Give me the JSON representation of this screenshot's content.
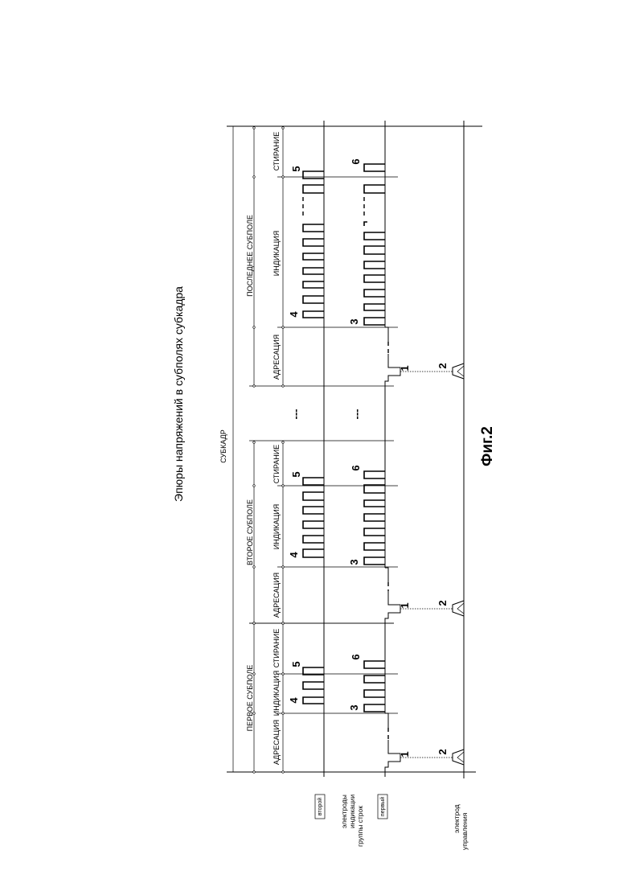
{
  "title": "Эпюры напряжений в субполях субкадра",
  "subframe_label": "СУБКАДР",
  "subfields": [
    {
      "name": "ПЕРВОЕ СУБПОЛЕ"
    },
    {
      "name": "ВТОРОЕ СУБПОЛЕ"
    },
    {
      "name": "ПОСЛЕДНЕЕ СУБПОЛЕ"
    }
  ],
  "phases": {
    "addressing": "АДРЕСАЦИЯ",
    "display": "ИНДИКАЦИЯ",
    "erase": "СТИРАНИЕ"
  },
  "rows": {
    "second_tag": "второй",
    "first_tag": "первый",
    "display_electrodes": [
      "электроды",
      "индикации",
      "группы строк"
    ],
    "control_electrode": [
      "электрод",
      "управления"
    ]
  },
  "refs": {
    "r1": "1",
    "r2": "2",
    "r3": "3",
    "r4": "4",
    "r5": "5",
    "r6": "6"
  },
  "ellipsis": "---",
  "figure_label": "Фиг.2"
}
